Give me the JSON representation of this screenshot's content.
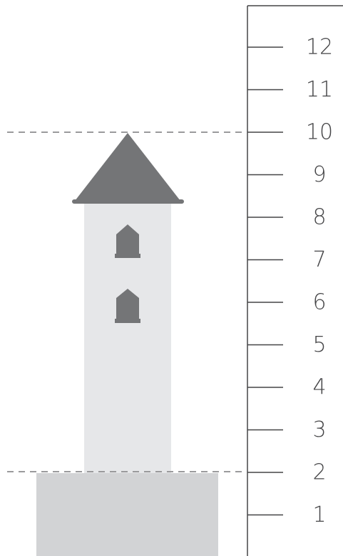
{
  "diagram": {
    "ruler": {
      "tick_labels": [
        "1",
        "2",
        "3",
        "4",
        "5",
        "6",
        "7",
        "8",
        "9",
        "10",
        "11",
        "12"
      ]
    },
    "tower": {
      "base_level": 2,
      "top_level": 10,
      "windows": 2
    },
    "colors": {
      "roof": "#747577",
      "tower_body": "#e6e7e9",
      "ground_block": "#d2d3d5",
      "window": "#747577",
      "ruler_line": "#454547",
      "dashed_line": "#9a9a9c",
      "label_text": "#454547"
    }
  }
}
